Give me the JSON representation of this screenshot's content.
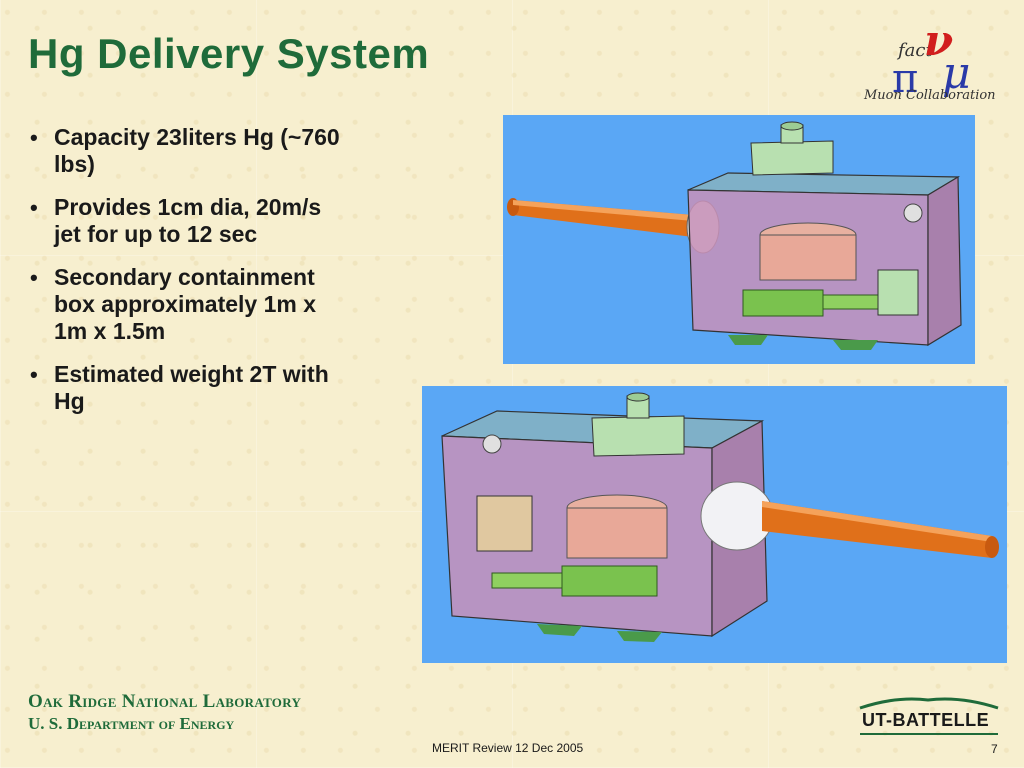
{
  "slide": {
    "title": "Hg Delivery System",
    "bullets": [
      "Capacity 23liters Hg (~760 lbs)",
      "Provides 1cm dia, 20m/s jet for up to 12 sec",
      "Secondary containment box approximately 1m x 1m x 1.5m",
      "Estimated weight 2T with Hg"
    ],
    "bullet_glyph": "•"
  },
  "logo": {
    "fact": "fact",
    "pi": "π",
    "nu": "ν",
    "mu": "μ",
    "collaboration": "Muon Collaboration"
  },
  "footer": {
    "org_line1": "Oak Ridge National Laboratory",
    "org_line2": "U. S. Department of Energy",
    "meeting": "MERIT Review 12 Dec 2005",
    "slide_number": "7",
    "ut_logo_text": "UT-BATTELLE"
  },
  "colors": {
    "title_green": "#1f6b3a",
    "panel_blue": "#5aa7f5",
    "background": "#f7efcf"
  }
}
